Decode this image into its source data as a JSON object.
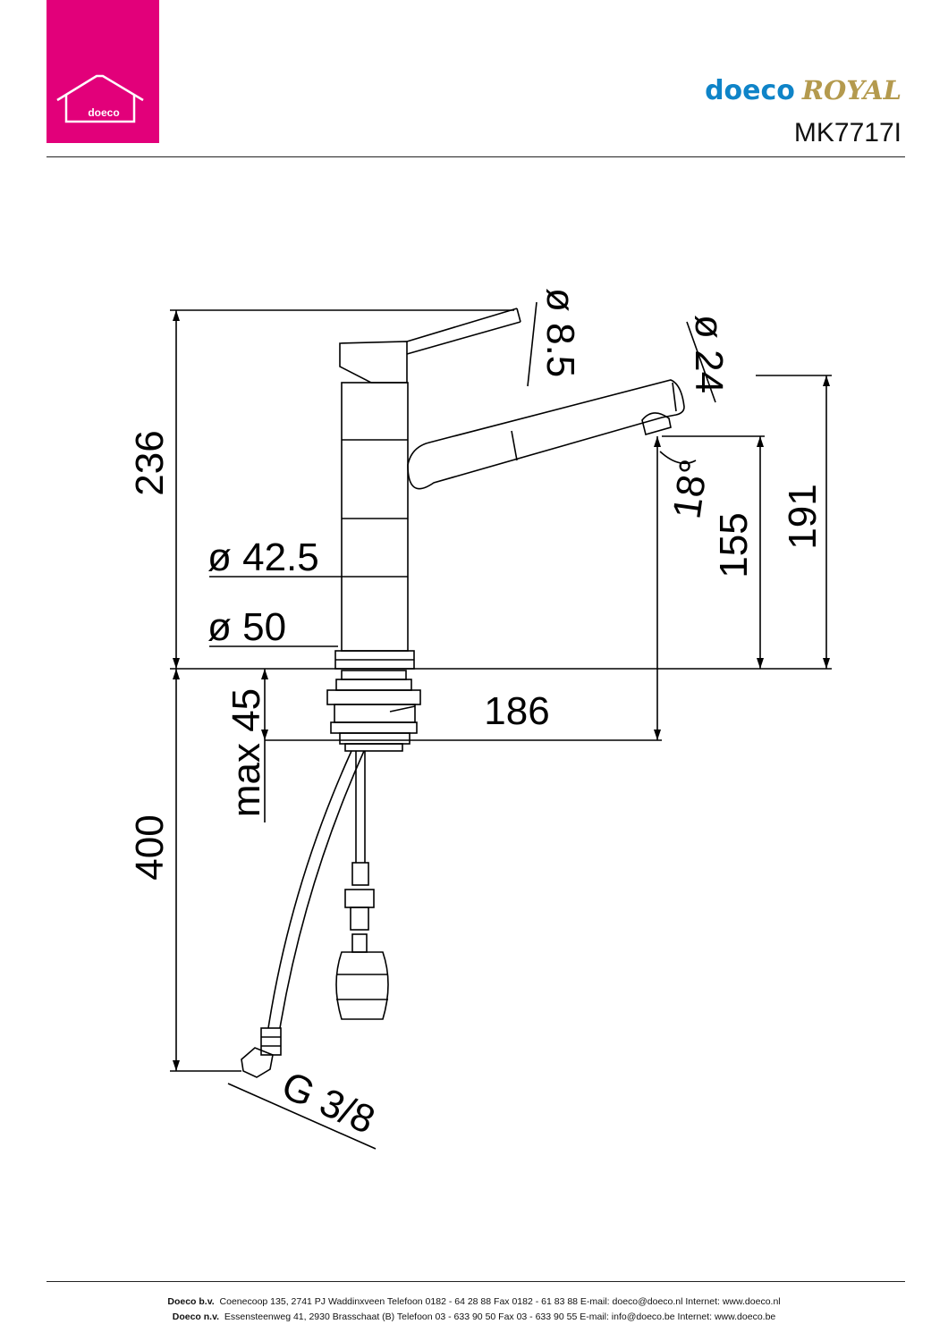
{
  "logo": {
    "text": "doeco",
    "background_color": "#e2007a"
  },
  "brand": {
    "name": "doeco",
    "line": "ROYAL",
    "name_color": "#0f84c8",
    "line_color": "#b49a4e"
  },
  "model": "MK7717I",
  "drawing": {
    "height_total": "236",
    "diameter_handle": "ø 8.5",
    "diameter_spout": "ø 24",
    "diameter_body": "ø 42.5",
    "diameter_base": "ø 50",
    "spout_angle": "18°",
    "spout_height": "155",
    "outlet_height": "191",
    "reach": "186",
    "mount_thickness": "max 45",
    "hose_length": "400",
    "connection": "G 3/8"
  },
  "footer": {
    "nl": {
      "company": "Doeco b.v.",
      "address": "Coenecoop 135,   2741 PJ  Waddinxveen   Telefoon 0182 - 64 28 88   Fax 0182 - 61 83 88   E-mail: doeco@doeco.nl   Internet: www.doeco.nl"
    },
    "be": {
      "company": "Doeco n.v.",
      "address": "Essensteenweg 41, 2930  Brasschaat (B)  Telefoon 03 - 633 90 50   Fax 03 - 633 90 55   E-mail: info@doeco.be   Internet: www.doeco.be"
    }
  }
}
